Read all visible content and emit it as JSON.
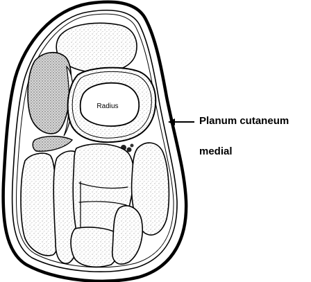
{
  "figure": {
    "bone_label": "Radius",
    "annotation": {
      "line1": "Planum cutaneum",
      "line2": "medial"
    }
  }
}
